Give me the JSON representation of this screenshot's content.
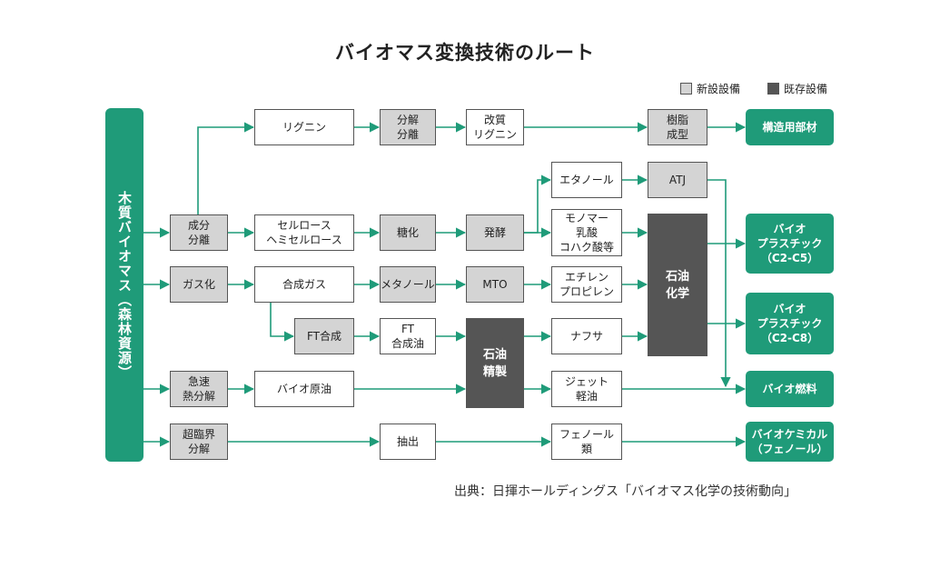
{
  "title": "バイオマス変換技術のルート",
  "legend": {
    "new": "新設設備",
    "existing": "既存設備"
  },
  "source_label": "木質バイオマス（森林資源）",
  "nodes": {
    "lignin": "リグニン",
    "bunkai_bunri": "分解\n分離",
    "kaishitsu_lignin": "改質\nリグニン",
    "jushi_seikei": "樹脂\n成型",
    "ethanol": "エタノール",
    "atj": "ATJ",
    "seibun_bunri": "成分\n分離",
    "cellulose": "セルロース\nヘミセルロース",
    "touka": "糖化",
    "hakkou": "発酵",
    "monomer": "モノマー\n乳酸\nコハク酸等",
    "gasuka": "ガス化",
    "gousei_gas": "合成ガス",
    "methanol": "メタノール",
    "mto": "MTO",
    "ethylene": "エチレン\nプロピレン",
    "sekiyu_kagaku": "石油\n化学",
    "ft_gousei": "FT合成",
    "ft_gouseiyu": "FT\n合成油",
    "sekiyu_seisei": "石油\n精製",
    "naphtha": "ナフサ",
    "kyusoku": "急速\n熱分解",
    "bio_genyu": "バイオ原油",
    "jet": "ジェット\n軽油",
    "chourinkai": "超臨界\n分解",
    "chuushutsu": "抽出",
    "phenol_rui": "フェノール\n類"
  },
  "targets": {
    "kouzou": "構造用部材",
    "plastic_c2c5": "バイオ\nプラスチック\n（C2-C5）",
    "plastic_c2c8": "バイオ\nプラスチック\n（C2-C8）",
    "bio_fuel": "バイオ燃料",
    "bio_chemical": "バイオケミカル\n（フェノール）"
  },
  "caption": "出典：日揮ホールディングス「バイオマス化学の技術動向」",
  "colors": {
    "accent_green": "#1f9b79",
    "new_equipment": "#d4d4d4",
    "existing_equipment": "#555555"
  }
}
